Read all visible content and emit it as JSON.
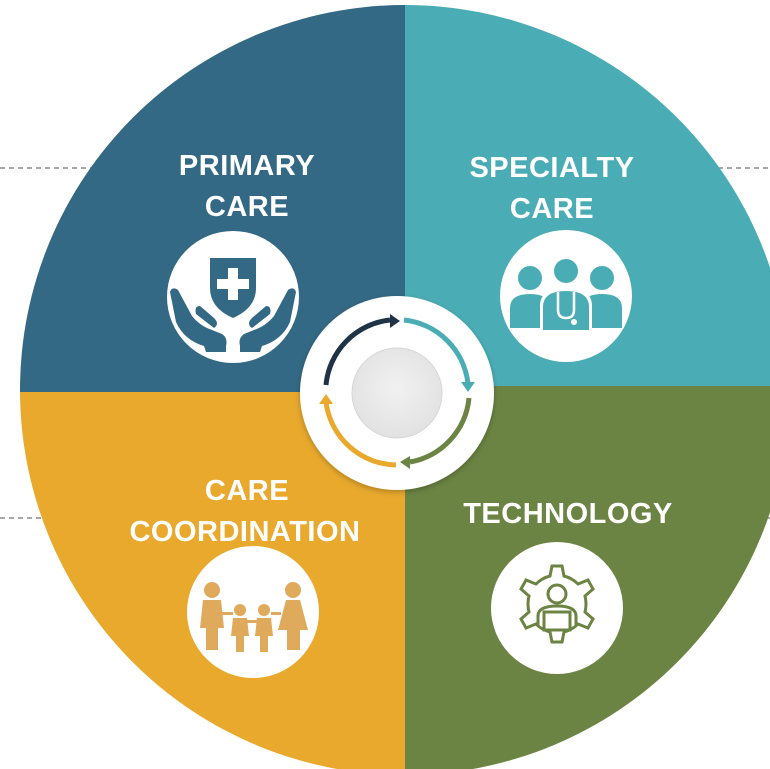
{
  "quadrants": {
    "primary": {
      "line1": "PRIMARY",
      "line2": "CARE",
      "icon": "hands-shield-cross-icon",
      "color": "#336985"
    },
    "specialty": {
      "line1": "SPECIALTY",
      "line2": "CARE",
      "icon": "medical-team-icon",
      "color": "#4aadb5"
    },
    "coordination": {
      "line1": "CARE",
      "line2": "COORDINATION",
      "icon": "family-icon",
      "color": "#e8a92d"
    },
    "technology": {
      "line1": "TECHNOLOGY",
      "icon": "gear-user-icon",
      "color": "#6b8443"
    }
  },
  "center": {
    "icon": "cycle-arrows-icon"
  }
}
